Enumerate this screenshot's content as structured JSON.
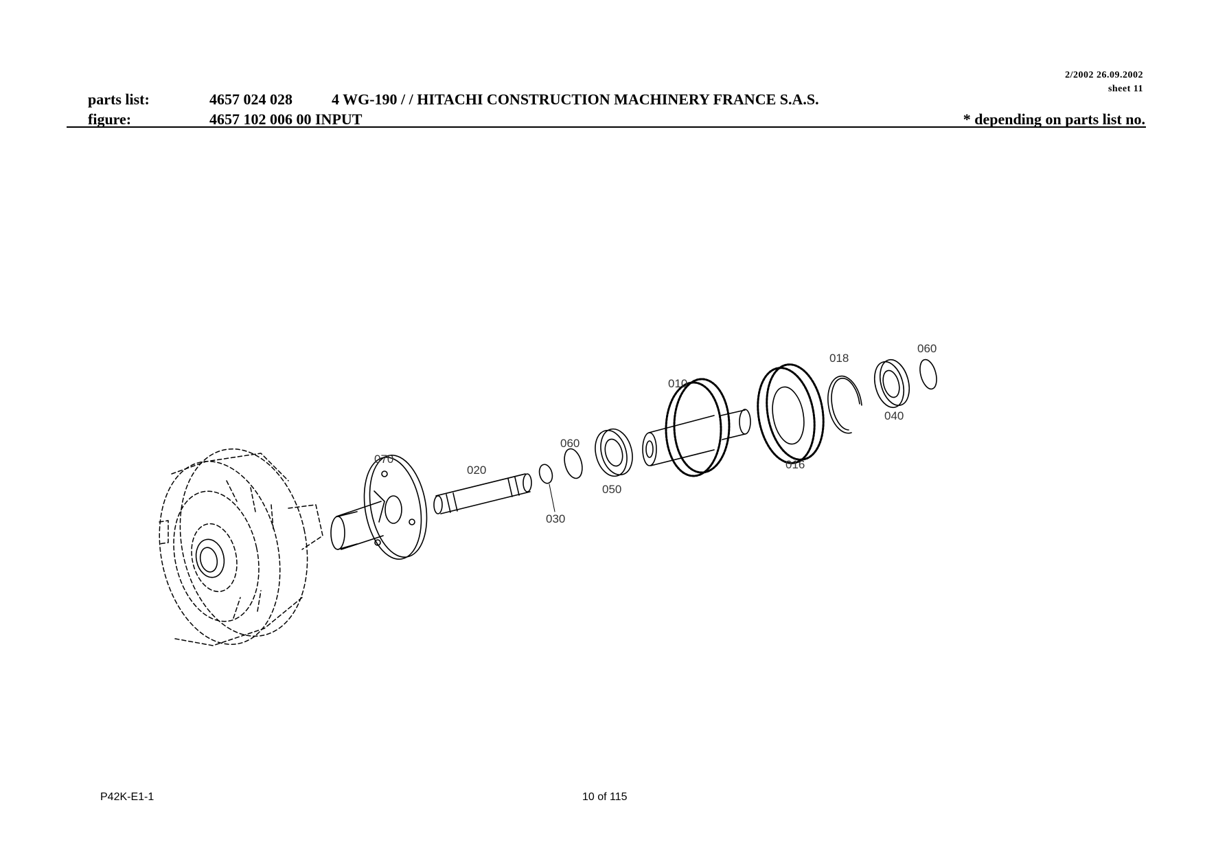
{
  "header": {
    "date_line": "2/2002 26.09.2002",
    "sheet": "sheet 11",
    "parts_list_label": "parts list:",
    "parts_list_number": "4657 024 028",
    "parts_list_description": "4 WG-190 /  / HITACHI CONSTRUCTION MACHINERY FRANCE S.A.S.",
    "figure_label": "figure:",
    "figure_value": "4657 102 006 00 INPUT",
    "footnote": "*  depending on parts list no."
  },
  "diagram": {
    "callouts": [
      "010",
      "016",
      "018",
      "020",
      "030",
      "040",
      "050",
      "060",
      "060",
      "070"
    ]
  },
  "footer": {
    "drawing_code": "P42K-E1-1",
    "page": "10 of 115"
  }
}
